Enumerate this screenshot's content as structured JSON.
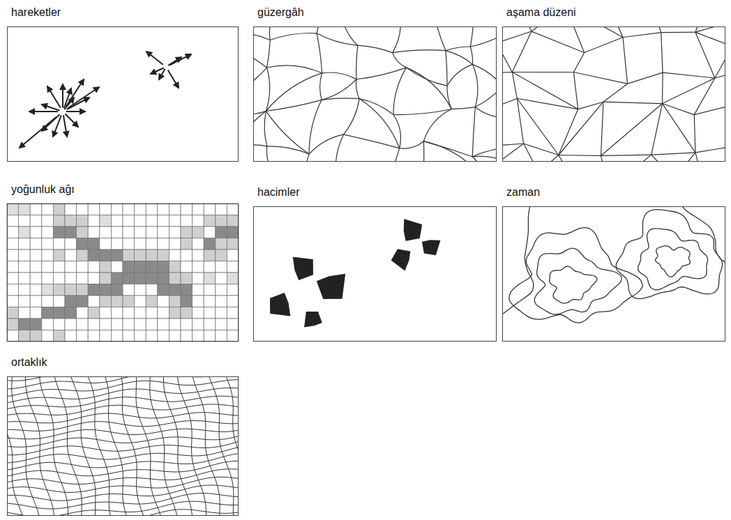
{
  "diagram": {
    "nodes": [
      {
        "text": [
          "hareketler"
        ]
      },
      {
        "text": [
          "güzergâh"
        ]
      },
      {
        "text": [
          "aşama düzeni"
        ]
      },
      {
        "text": [
          "yoğunluk ağı"
        ]
      },
      {
        "text": [
          "hacimler"
        ]
      },
      {
        "text": [
          "zaman"
        ]
      },
      {
        "text": [
          "ortaklık"
        ]
      }
    ]
  }
}
